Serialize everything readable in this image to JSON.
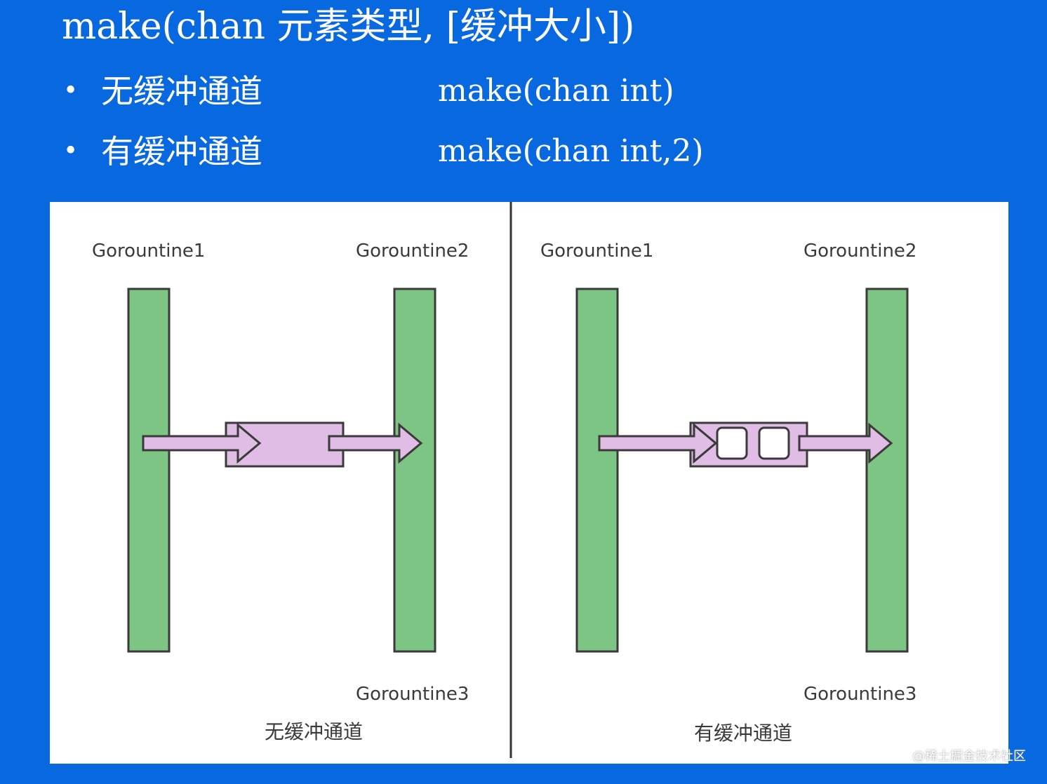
{
  "title": "make(chan 元素类型, [缓冲大小])",
  "bullets": [
    {
      "marker": "•",
      "label": "无缓冲通道",
      "code": "make(chan int)"
    },
    {
      "marker": "•",
      "label": "有缓冲通道",
      "code": "make(chan int,2)"
    }
  ],
  "diagram": {
    "left": {
      "g1": "Gorountine1",
      "g2": "Gorountine2",
      "g3": "Gorountine3",
      "caption": "无缓冲通道"
    },
    "right": {
      "g1": "Gorountine1",
      "g2": "Gorountine2",
      "g3": "Gorountine3",
      "caption": "有缓冲通道"
    }
  },
  "watermark": "@稀土掘金技术社区",
  "colors": {
    "background": "#0868e0",
    "goroutine_bar": "#7dc584",
    "channel": "#e0bde5",
    "outline": "#3a3a3a"
  }
}
